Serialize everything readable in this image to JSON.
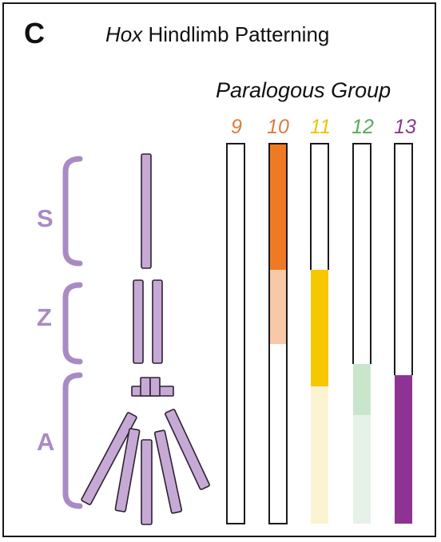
{
  "panel": {
    "letter": "C",
    "title_gene": "Hox",
    "title_rest": " Hindlimb Patterning"
  },
  "paralogous_group_title": "Paralogous Group",
  "segments": [
    "S",
    "Z",
    "A"
  ],
  "paralog_groups": [
    {
      "label": "9",
      "color": "#e07a3c"
    },
    {
      "label": "10",
      "color": "#e07a3c"
    },
    {
      "label": "11",
      "color": "#f2c200"
    },
    {
      "label": "12",
      "color": "#5aa85a"
    },
    {
      "label": "13",
      "color": "#8b3a8f"
    }
  ],
  "colors": {
    "limb": "#c7a9d6",
    "limb_stroke": "#2b2230",
    "bracket": "#a98bc4",
    "group10_strong": "#f07a24",
    "group10_weak": "#f8c9a9",
    "group11_strong": "#f7c800",
    "group11_weak": "#fcf3d2",
    "group12_strong": "#c9e6cc",
    "group12_weak": "#e6f2e8",
    "group13_strong": "#8e3293"
  }
}
